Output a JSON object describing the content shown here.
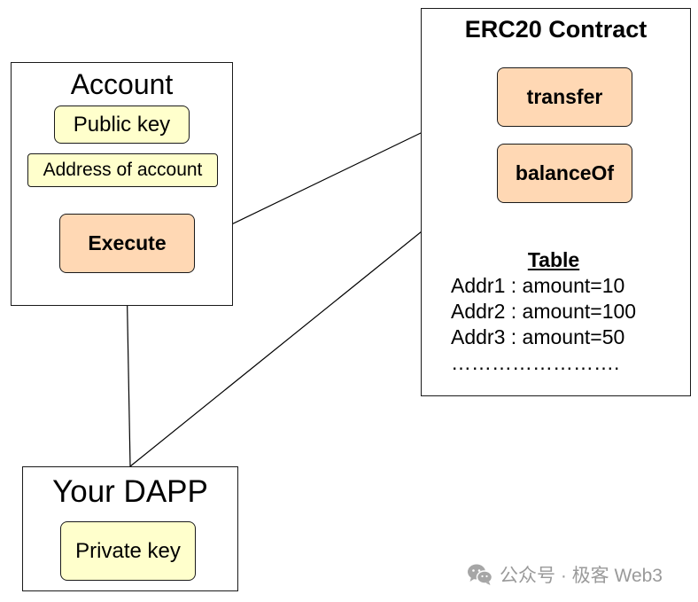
{
  "account": {
    "title": "Account",
    "public_key": "Public key",
    "address_label": "Address of account",
    "execute": "Execute"
  },
  "contract": {
    "title": "ERC20 Contract",
    "transfer": "transfer",
    "balance_of": "balanceOf",
    "table": {
      "title": "Table",
      "rows": [
        "Addr1 : amount=10",
        "Addr2 : amount=100",
        "Addr3 : amount=50",
        "……………………."
      ]
    }
  },
  "dapp": {
    "title": "Your DAPP",
    "private_key": "Private key"
  },
  "watermark": {
    "text": "公众号 · 极客 Web3",
    "icon": "wechat-icon"
  },
  "colors": {
    "method_box": "#ffd8b4",
    "key_box": "#ffffcc",
    "line": "#000000",
    "watermark": "#9a9a9a"
  }
}
